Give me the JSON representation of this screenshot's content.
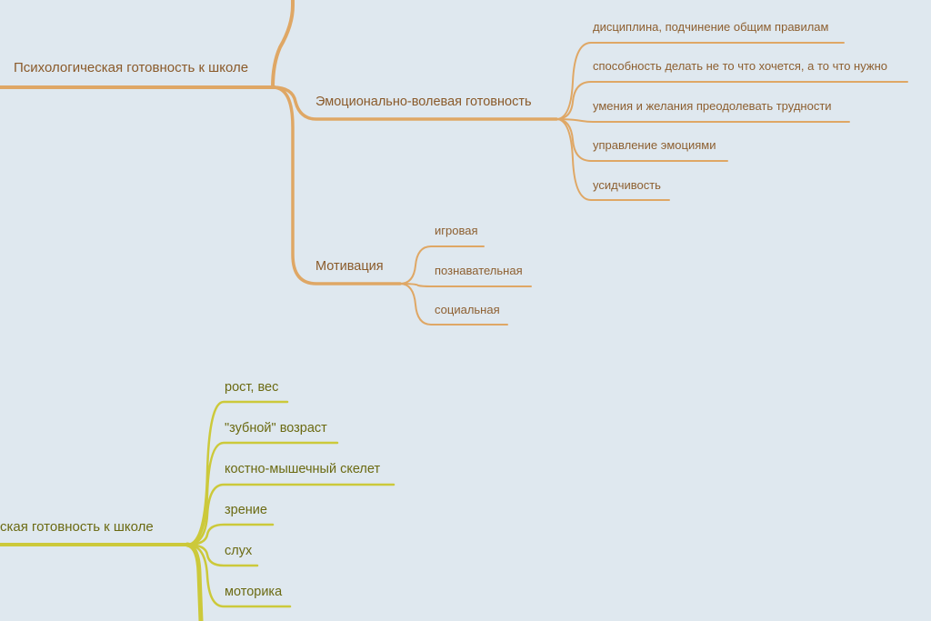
{
  "colors": {
    "background": "#dfe8ef",
    "psych_branch": "#dfa765",
    "phys_branch": "#ccc93a"
  },
  "psych": {
    "title": "Психологическая готовность к школе",
    "emotional": {
      "title": "Эмоционально-волевая готовность",
      "items": [
        "дисциплина, подчинение общим правилам",
        "способность делать не то что хочется, а то что нужно",
        "умения и желания преодолевать трудности",
        "управление эмоциями",
        "усидчивость"
      ]
    },
    "motivation": {
      "title": "Мотивация",
      "items": [
        "игровая",
        "познавательная",
        "социальная"
      ]
    }
  },
  "physical": {
    "title": "ская готовность к школе",
    "items": [
      "рост, вес",
      "\"зубной\" возраст",
      "костно-мышечный скелет",
      "зрение",
      "слух",
      "моторика"
    ]
  }
}
